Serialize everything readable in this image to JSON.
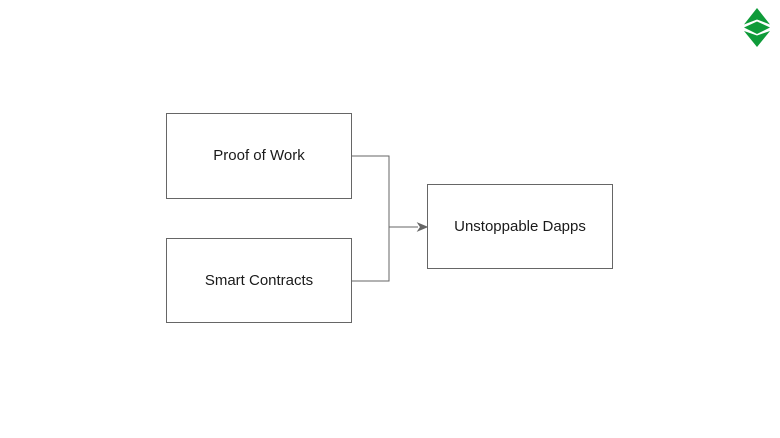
{
  "diagram": {
    "nodes": [
      {
        "id": "proof-of-work",
        "label": "Proof of Work"
      },
      {
        "id": "smart-contracts",
        "label": "Smart Contracts"
      },
      {
        "id": "unstoppable-dapps",
        "label": "Unstoppable Dapps"
      }
    ],
    "edges": [
      {
        "from": "Proof of Work",
        "to": "Unstoppable Dapps"
      },
      {
        "from": "Smart Contracts",
        "to": "Unstoppable Dapps"
      }
    ]
  },
  "logo": {
    "name": "ethereum-classic-icon",
    "color": "#0f9b39"
  },
  "colors": {
    "background": "#ffffff",
    "node_border": "#666666",
    "connector": "#666666",
    "text": "#1a1a1a"
  }
}
